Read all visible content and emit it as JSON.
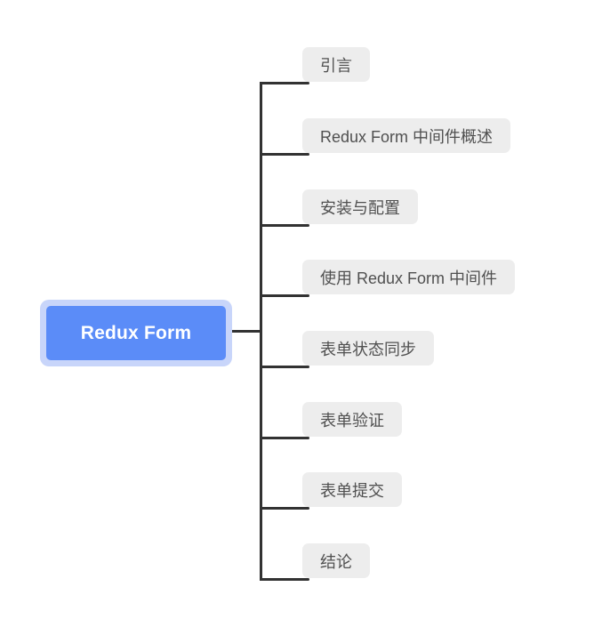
{
  "mindmap": {
    "root": {
      "label": "Redux Form",
      "fill_color": "#5b8cf8",
      "halo_color": "#c8d5fa",
      "text_color": "#ffffff"
    },
    "topics": [
      {
        "label": "引言"
      },
      {
        "label": "Redux Form 中间件概述"
      },
      {
        "label": "安装与配置"
      },
      {
        "label": "使用 Redux Form 中间件"
      },
      {
        "label": "表单状态同步"
      },
      {
        "label": "表单验证"
      },
      {
        "label": "表单提交"
      },
      {
        "label": "结论"
      }
    ],
    "connector_color": "#323232",
    "topic_fill_color": "#ededed",
    "topic_text_color": "#505050",
    "background_color": "#ffffff"
  }
}
